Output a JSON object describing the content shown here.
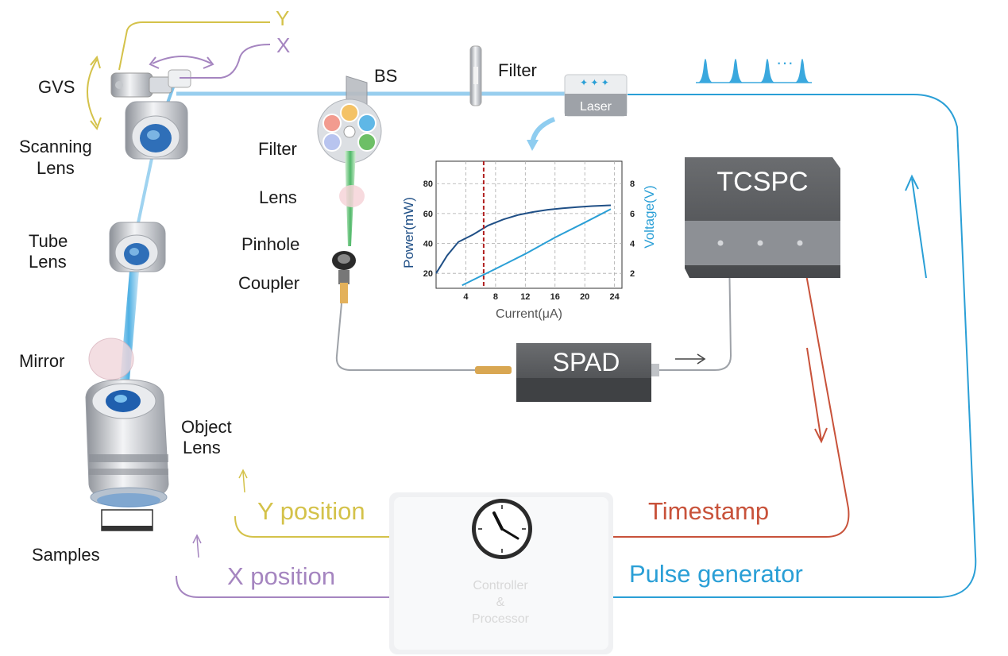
{
  "scanner": {
    "y_axis": "Y",
    "x_axis": "X",
    "gvs": "GVS",
    "scanning_lens": [
      "Scanning",
      "Lens"
    ],
    "tube_lens": [
      "Tube",
      "Lens"
    ],
    "mirror": "Mirror",
    "object_lens": [
      "Object",
      "Lens"
    ],
    "samples": "Samples"
  },
  "detection": {
    "bs": "BS",
    "filter_top": "Filter",
    "filter_wheel": "Filter",
    "lens": "Lens",
    "pinhole": "Pinhole",
    "coupler": "Coupler"
  },
  "devices": {
    "laser": "Laser",
    "tcspc": "TCSPC",
    "spad": "SPAD",
    "controller": [
      "Controller",
      "&",
      "Processor"
    ],
    "pulse_dots": "···"
  },
  "signals": {
    "y_position": "Y position",
    "x_position": "X position",
    "timestamp": "Timestamp",
    "pulse_generator": "Pulse generator"
  },
  "colors": {
    "laser_blue": "#2a9fd6",
    "timestamp_red": "#c8523a",
    "y_yellow": "#d4c24a",
    "x_purple": "#a585c0",
    "power_curve": "#1f4f86",
    "voltage_curve": "#2a9fd6",
    "threshold_red": "#b02020"
  },
  "chart_data": {
    "type": "line",
    "xlabel": "Current(μA)",
    "ylabel": "Power(mW)",
    "y2label": "Voltage(V)",
    "xlim": [
      0,
      25
    ],
    "ylim": [
      10,
      95
    ],
    "y2lim": [
      1,
      9.5
    ],
    "x_ticks": [
      "4",
      "8",
      "12",
      "16",
      "20",
      "24"
    ],
    "y_ticks": [
      "20",
      "40",
      "60",
      "80"
    ],
    "y2_ticks": [
      "2",
      "4",
      "6",
      "8"
    ],
    "grid": true,
    "series": [
      {
        "axis": "left",
        "x": [
          0,
          1.5,
          3,
          5,
          7,
          9,
          11,
          13,
          15,
          17,
          19,
          21,
          23.5
        ],
        "values": [
          20,
          32,
          41,
          46,
          52,
          56,
          59,
          61,
          62.5,
          63.5,
          64.3,
          65,
          65.5
        ]
      },
      {
        "axis": "right",
        "x": [
          3.5,
          8,
          12,
          16,
          20,
          23.5
        ],
        "values": [
          1.2,
          2.3,
          3.3,
          4.4,
          5.4,
          6.3
        ]
      }
    ],
    "threshold_x": 6.4
  }
}
